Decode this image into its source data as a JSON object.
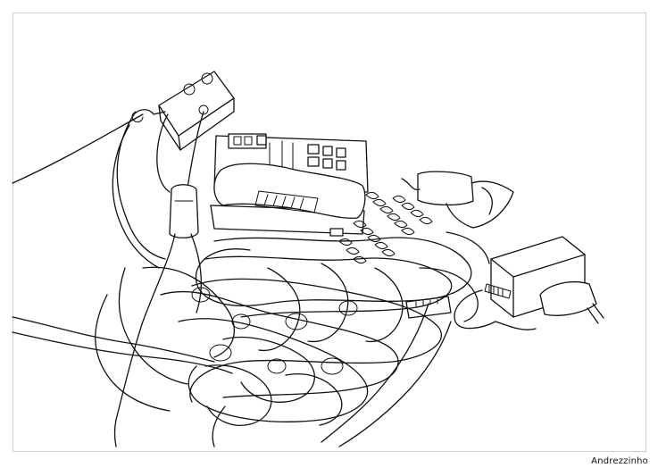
{
  "artwork": {
    "description_tags": [
      "telephone",
      "cables",
      "power-strip",
      "adapter"
    ],
    "signature": "Andrezzinho",
    "colors": {
      "ink": "#111111",
      "paper": "#ffffff",
      "frame": "#cfcfcf"
    }
  }
}
